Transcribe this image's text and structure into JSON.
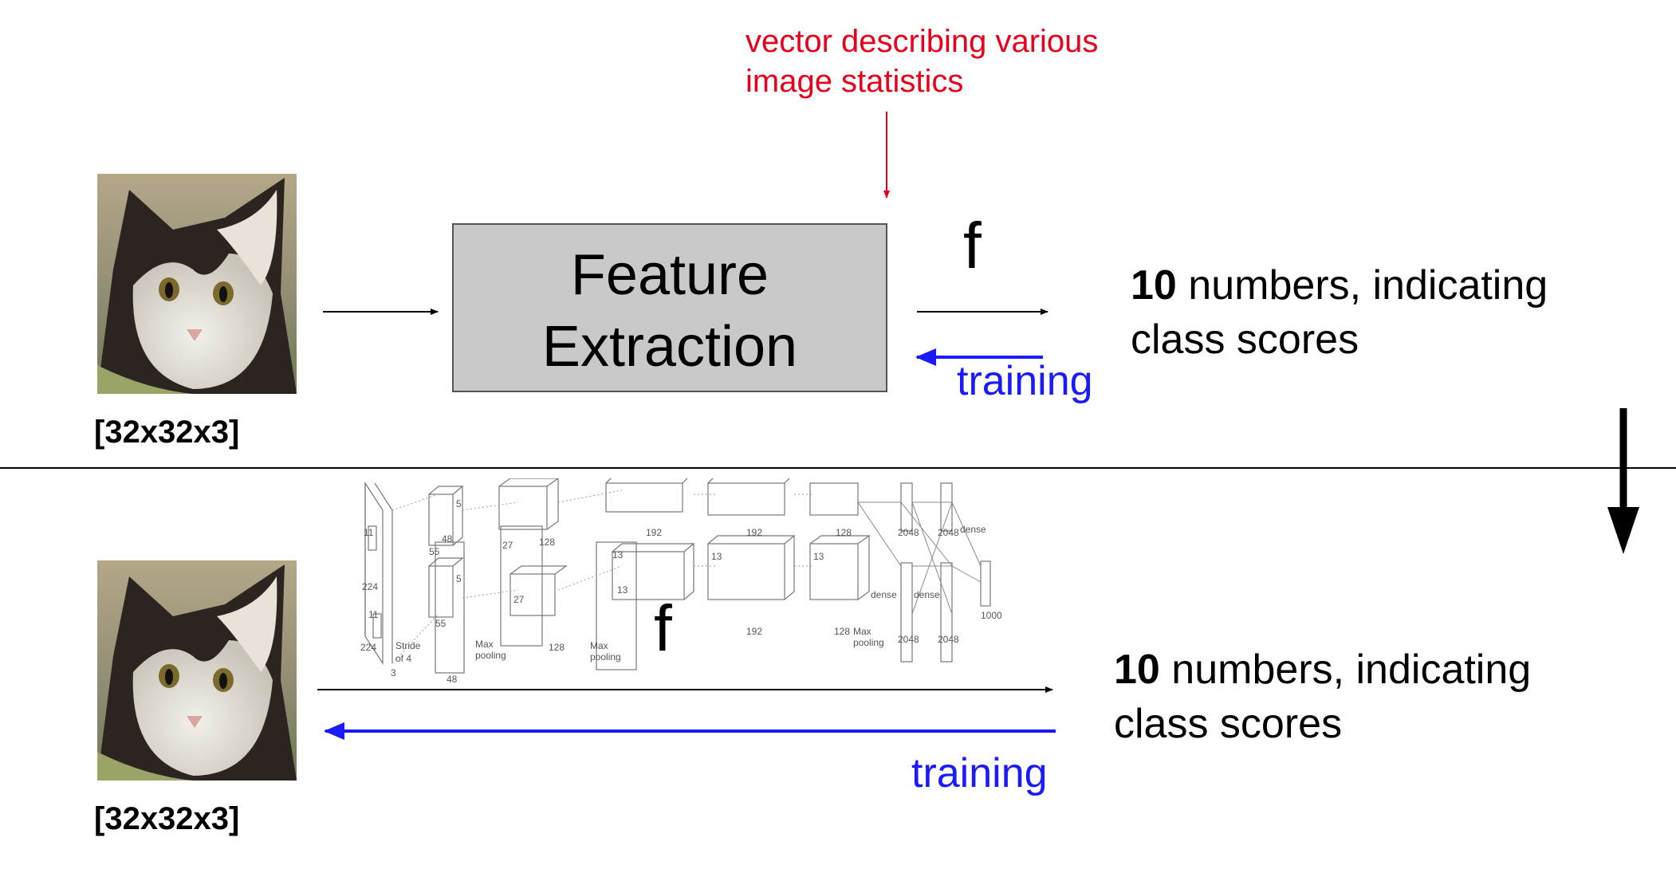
{
  "top": {
    "annotation_line1": "vector describing various",
    "annotation_line2": "image statistics",
    "box_line1": "Feature",
    "box_line2": "Extraction",
    "f_label": "f",
    "scores_bold": "10",
    "scores_rest": " numbers, indicating",
    "scores_line2": "class scores",
    "training_label": "training",
    "image_dims": "[32x32x3]"
  },
  "bottom": {
    "f_label": "f",
    "scores_bold": "10",
    "scores_rest": " numbers, indicating",
    "scores_line2": "class scores",
    "training_label": "training",
    "image_dims": "[32x32x3]",
    "network_labels": {
      "k11": "11",
      "k224": "224",
      "stride": "Stride",
      "of4": "of 4",
      "three": "3",
      "k5": "5",
      "k55": "55",
      "k48": "48",
      "k27": "27",
      "k128": "128",
      "k13": "13",
      "k192": "192",
      "k2048": "2048",
      "k1000": "1000",
      "dense": "dense",
      "max": "Max",
      "pooling": "pooling"
    }
  },
  "colors": {
    "annotation": "#e8001c",
    "training": "#1a1aff",
    "box_fill": "#c9c9c9",
    "arrow": "#000000"
  },
  "icons": [
    "cat-photo",
    "right-arrow",
    "left-arrow",
    "down-arrow",
    "convnet-architecture"
  ]
}
